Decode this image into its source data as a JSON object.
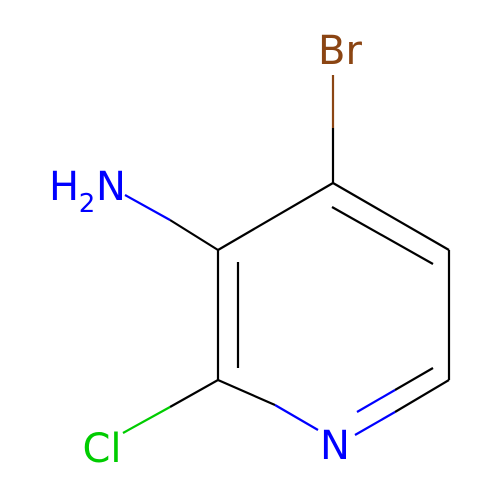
{
  "molecule": {
    "atoms": {
      "br": {
        "symbol": "Br",
        "color": "#8B4513"
      },
      "n_amine": {
        "symbol": "N",
        "h_symbol": "H",
        "h_count": "2",
        "color": "#0000FF"
      },
      "n_ring": {
        "symbol": "N",
        "color": "#0000FF"
      },
      "cl": {
        "symbol": "Cl",
        "color": "#00CC00"
      }
    },
    "bond_color": "#000000"
  }
}
